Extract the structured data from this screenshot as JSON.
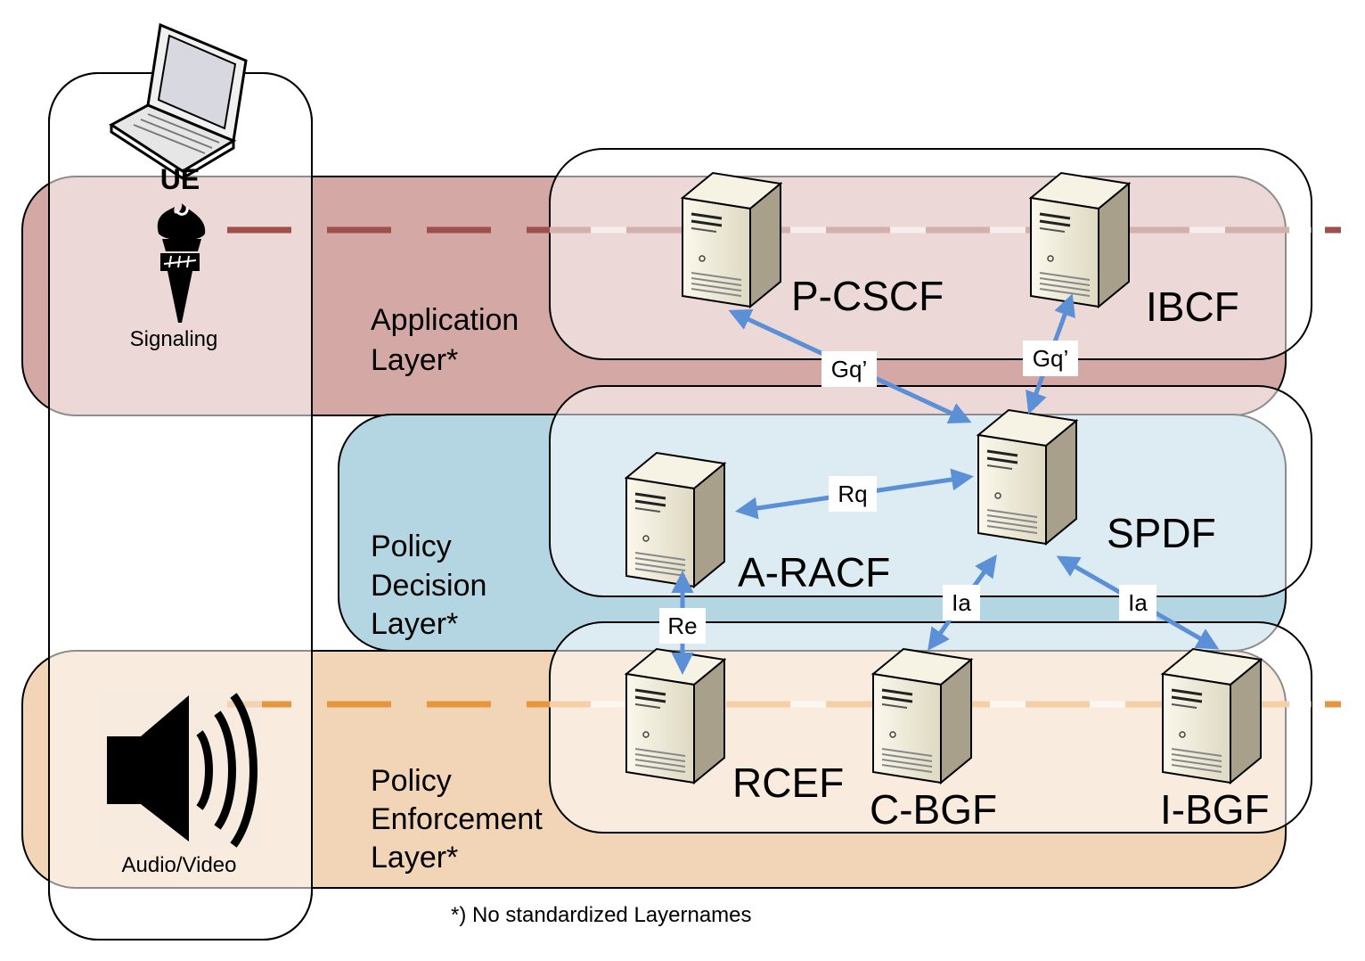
{
  "ue": {
    "title": "UE",
    "signaling_label": "Signaling",
    "media_label": "Audio/Video"
  },
  "layers": {
    "application": [
      "Application",
      "Layer*"
    ],
    "decision": [
      "Policy",
      "Decision",
      "Layer*"
    ],
    "enforcement": [
      "Policy",
      "Enforcement",
      "Layer*"
    ]
  },
  "nodes": {
    "pcscf": "P-CSCF",
    "ibcf": "IBCF",
    "spdf": "SPDF",
    "aracf": "A-RACF",
    "rcef": "RCEF",
    "cbgf": "C-BGF",
    "ibgf": "I-BGF"
  },
  "interfaces": {
    "gq_pcscf": "Gq’",
    "gq_ibcf": "Gq’",
    "rq": "Rq",
    "re": "Re",
    "ia_cbgf": "Ia",
    "ia_ibgf": "Ia"
  },
  "footnote": "*) No standardized Layernames",
  "colors": {
    "application_layer": "#d4a8a4",
    "decision_layer": "#b4d6e2",
    "enforcement_layer": "#f2d4b6",
    "signaling_line": "#a0504a",
    "media_line": "#e6963e",
    "arrow": "#5b8fd6"
  }
}
